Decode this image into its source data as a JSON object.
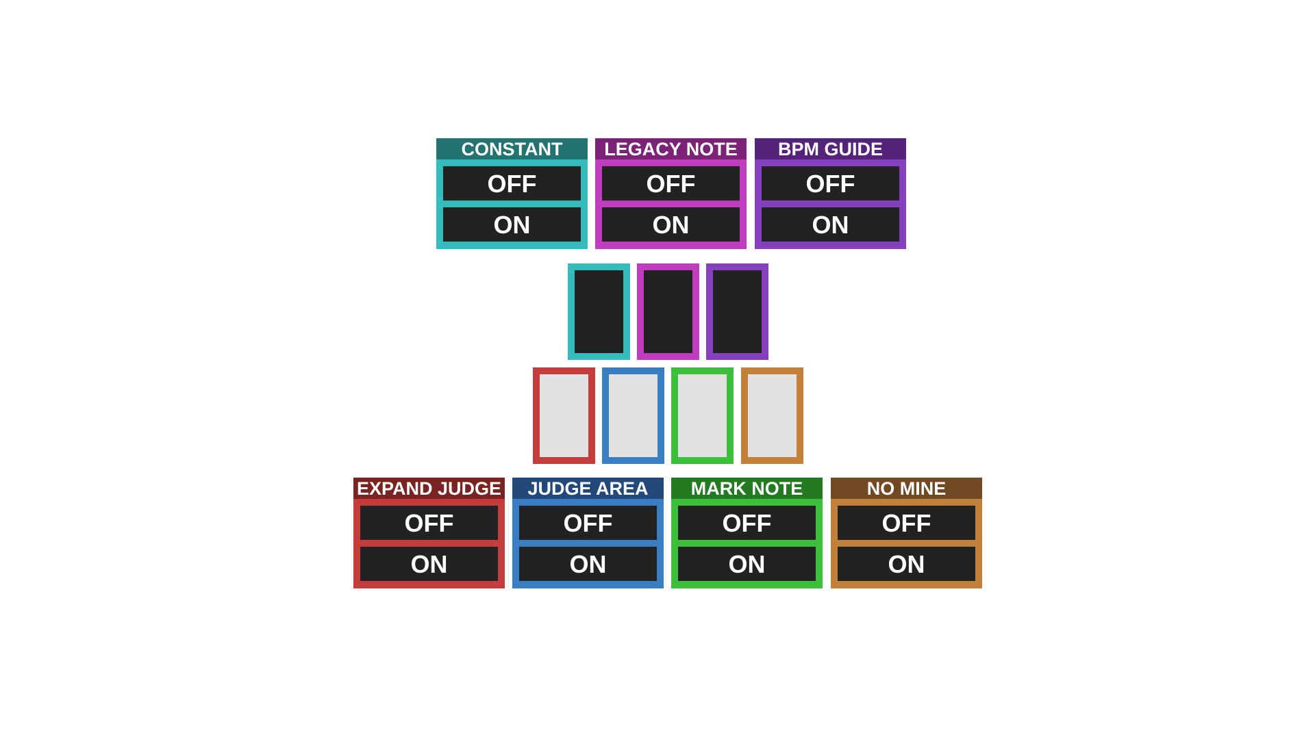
{
  "top_panels": [
    {
      "title": "CONSTANT",
      "off_label": "OFF",
      "on_label": "ON",
      "header_color": "#237370",
      "frame_color": "#35bdbd"
    },
    {
      "title": "LEGACY NOTE",
      "off_label": "OFF",
      "on_label": "ON",
      "header_color": "#7a2377",
      "frame_color": "#c03dc0"
    },
    {
      "title": "BPM GUIDE",
      "off_label": "OFF",
      "on_label": "ON",
      "header_color": "#55237a",
      "frame_color": "#8540c0"
    }
  ],
  "bottom_panels": [
    {
      "title": "EXPAND JUDGE",
      "off_label": "OFF",
      "on_label": "ON",
      "header_color": "#7a2323",
      "frame_color": "#c43c3c"
    },
    {
      "title": "JUDGE AREA",
      "off_label": "OFF",
      "on_label": "ON",
      "header_color": "#23497a",
      "frame_color": "#3b7dc2"
    },
    {
      "title": "MARK NOTE",
      "off_label": "OFF",
      "on_label": "ON",
      "header_color": "#237a23",
      "frame_color": "#3cc03c"
    },
    {
      "title": "NO MINE",
      "off_label": "OFF",
      "on_label": "ON",
      "header_color": "#704a23",
      "frame_color": "#c2813b"
    }
  ],
  "lane_colors": {
    "dark_row": [
      "#35bdbd",
      "#c03dc0",
      "#8540c0"
    ],
    "light_row": [
      "#c43c3c",
      "#3b7dc2",
      "#3cc03c",
      "#c2813b"
    ]
  }
}
